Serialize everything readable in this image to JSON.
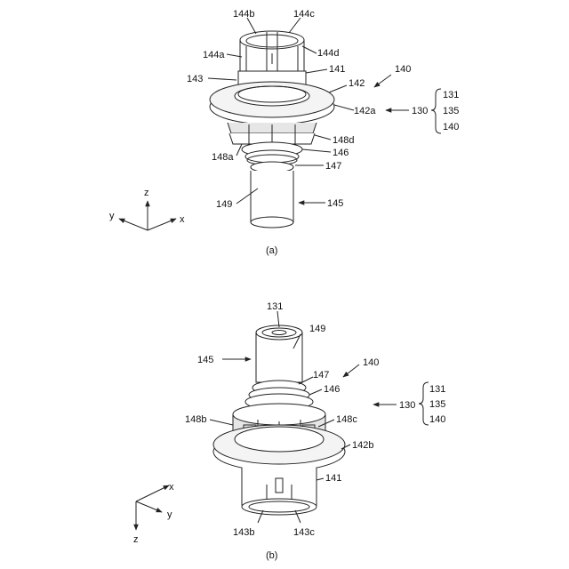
{
  "figure_a": {
    "caption": "(a)",
    "labels": {
      "l144b": "144b",
      "l144c": "144c",
      "l144a": "144a",
      "l144d": "144d",
      "l141": "141",
      "l143": "143",
      "l140": "140",
      "l142": "142",
      "l142a": "142a",
      "l130": "130",
      "l131": "131",
      "l135": "135",
      "l140b": "140",
      "l148a": "148a",
      "l148d": "148d",
      "l146": "146",
      "l147": "147",
      "l149": "149",
      "l145": "145"
    },
    "axes": {
      "z": "z",
      "y": "y",
      "x": "x"
    }
  },
  "figure_b": {
    "caption": "(b)",
    "labels": {
      "l131": "131",
      "l149": "149",
      "l145": "145",
      "l147": "147",
      "l140": "140",
      "l146": "146",
      "l130": "130",
      "l131b": "131",
      "l135": "135",
      "l140b": "140",
      "l148b": "148b",
      "l148c": "148c",
      "l142b": "142b",
      "l141": "141",
      "l143b": "143b",
      "l143c": "143c"
    },
    "axes": {
      "x": "x",
      "y": "y",
      "z": "z"
    }
  }
}
